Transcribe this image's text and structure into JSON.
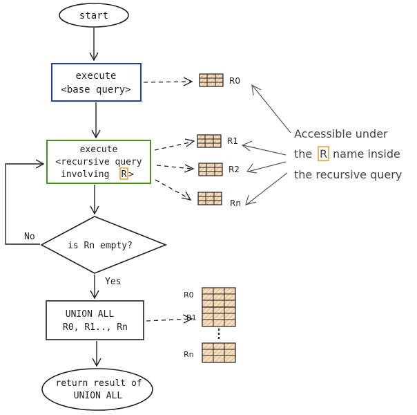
{
  "flow": {
    "start": "start",
    "base": {
      "line1": "execute",
      "line2": "<base query>"
    },
    "recursive": {
      "line1": "execute",
      "line2": "<recursive query",
      "line3_prefix": "involving ",
      "line3_r": "R",
      "line3_suffix": ">"
    },
    "decision": "is Rn empty?",
    "no_label": "No",
    "yes_label": "Yes",
    "union": {
      "line1": "UNION ALL",
      "line2": "R0, R1.., Rn"
    },
    "end": {
      "line1": "return result of",
      "line2": "UNION ALL"
    }
  },
  "tables": {
    "base_label": "R0",
    "recursive_labels": [
      "R1",
      "R2",
      "Rn"
    ],
    "union_labels": [
      "R0",
      "R1",
      "Rn"
    ]
  },
  "annotation": {
    "line1": "Accessible under",
    "line2_prefix": "the",
    "line2_r": "R",
    "line2_suffix": "name inside",
    "line3": "the recursive query"
  },
  "colors": {
    "stroke": "#1e1e1e",
    "base_box": "#1c3fa8",
    "recursive_box": "#4a8c1c",
    "r_highlight": "#e8912a",
    "table_fill": "#e9c79a",
    "annotation_text": "#444444"
  }
}
